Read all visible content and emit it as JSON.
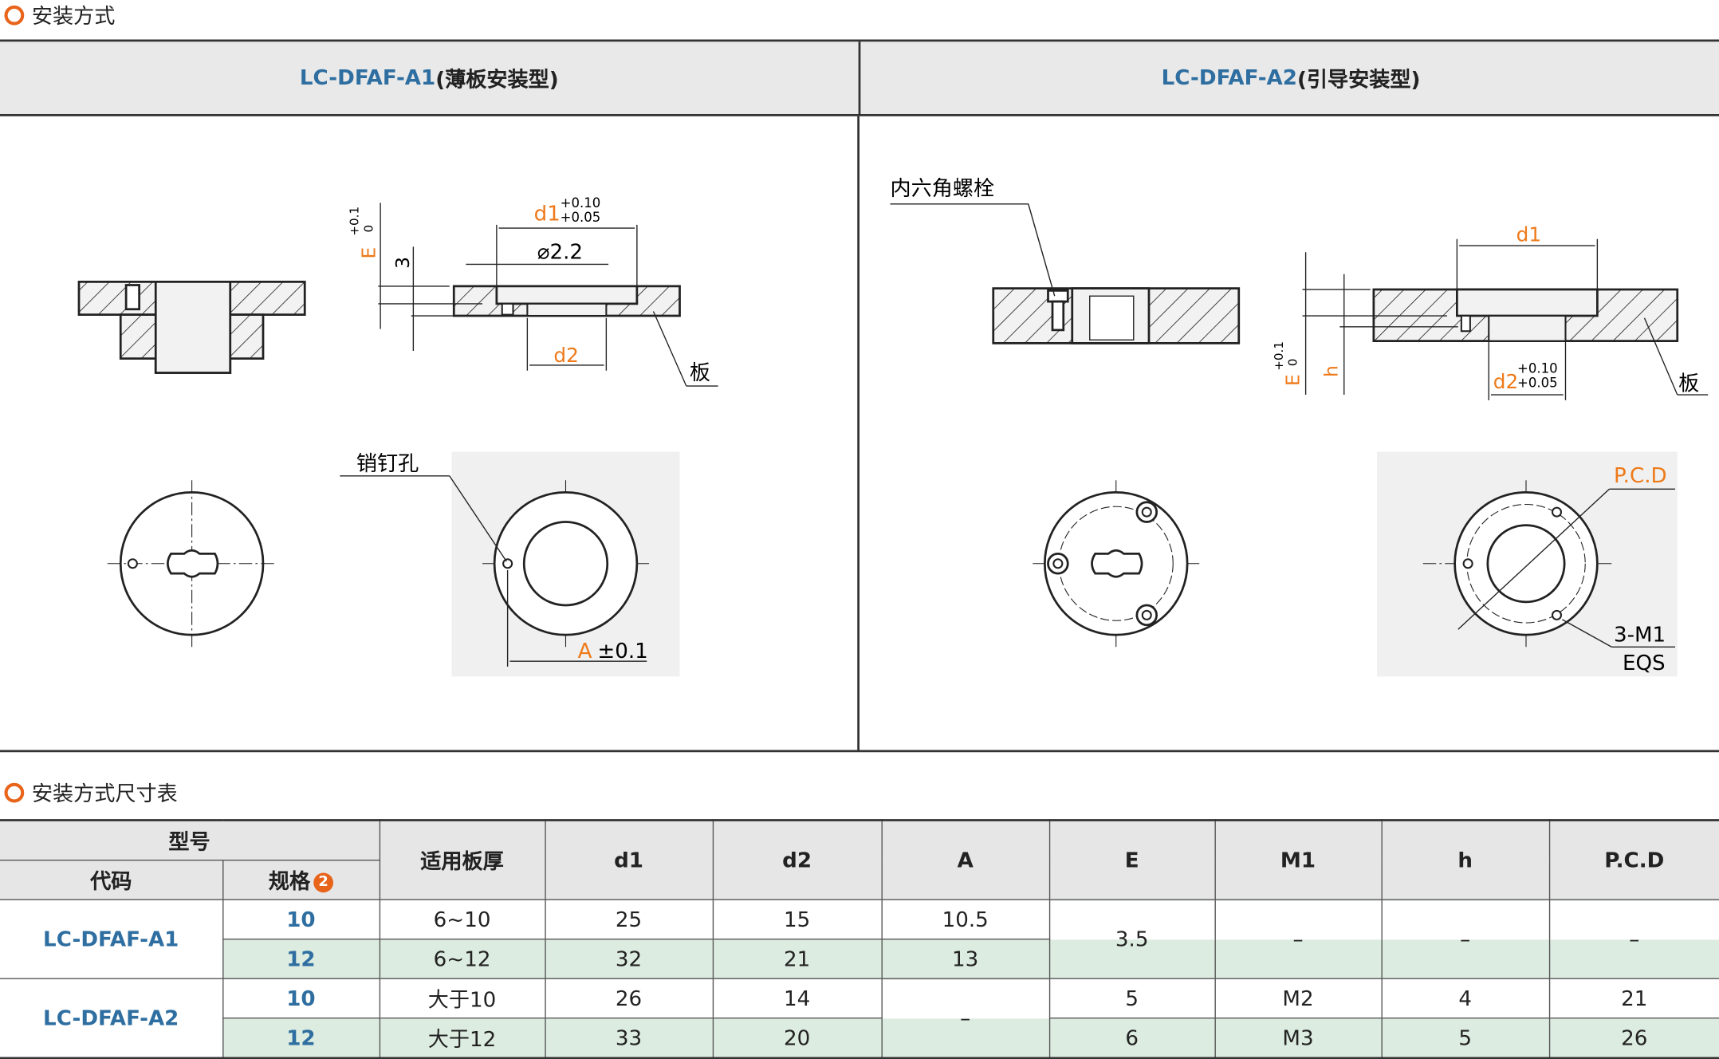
{
  "section1_title": "安装方式",
  "header": {
    "a1_code": "LC-DFAF-A1",
    "a1_desc": "(薄板安装型)",
    "a2_code": "LC-DFAF-A2",
    "a2_desc": "(引导安装型)"
  },
  "drawing_a1": {
    "e_label": "E",
    "e_tol_upper": "+0.1",
    "e_tol_lower": "0",
    "depth_3": "3",
    "d1_label": "d1",
    "d1_tol_upper": "+0.10",
    "d1_tol_lower": "+0.05",
    "pin_dia": "⌀2.2",
    "d2_label": "d2",
    "plate_label": "板",
    "pin_hole_label": "销钉孔",
    "a_label": "A",
    "a_tol": "±0.1"
  },
  "drawing_a2": {
    "bolt_label": "内六角螺栓",
    "d1_label": "d1",
    "e_label": "E",
    "e_tol_upper": "+0.1",
    "e_tol_lower": "0",
    "h_label": "h",
    "d2_label": "d2",
    "d2_tol_upper": "+0.10",
    "d2_tol_lower": "+0.05",
    "plate_label": "板",
    "pcd_label": "P.C.D",
    "thread_label": "3-M1",
    "eqs_label": "EQS"
  },
  "section2_title": "安装方式尺寸表",
  "table": {
    "headers": {
      "model": "型号",
      "code": "代码",
      "spec": "规格",
      "spec_badge": "2",
      "thickness": "适用板厚",
      "d1": "d1",
      "d2": "d2",
      "a": "A",
      "e": "E",
      "m1": "M1",
      "h": "h",
      "pcd": "P.C.D"
    },
    "groups": [
      {
        "code": "LC-DFAF-A1",
        "e": "3.5",
        "m1": "–",
        "h": "–",
        "pcd": "–",
        "rows": [
          {
            "spec": "10",
            "thickness": "6~10",
            "d1": "25",
            "d2": "15",
            "a": "10.5"
          },
          {
            "spec": "12",
            "thickness": "6~12",
            "d1": "32",
            "d2": "21",
            "a": "13"
          }
        ]
      },
      {
        "code": "LC-DFAF-A2",
        "a": "–",
        "rows": [
          {
            "spec": "10",
            "thickness": "大于10",
            "d1": "26",
            "d2": "14",
            "e": "5",
            "m1": "M2",
            "h": "4",
            "pcd": "21"
          },
          {
            "spec": "12",
            "thickness": "大于12",
            "d1": "33",
            "d2": "20",
            "e": "6",
            "m1": "M3",
            "h": "5",
            "pcd": "26"
          }
        ]
      }
    ]
  }
}
